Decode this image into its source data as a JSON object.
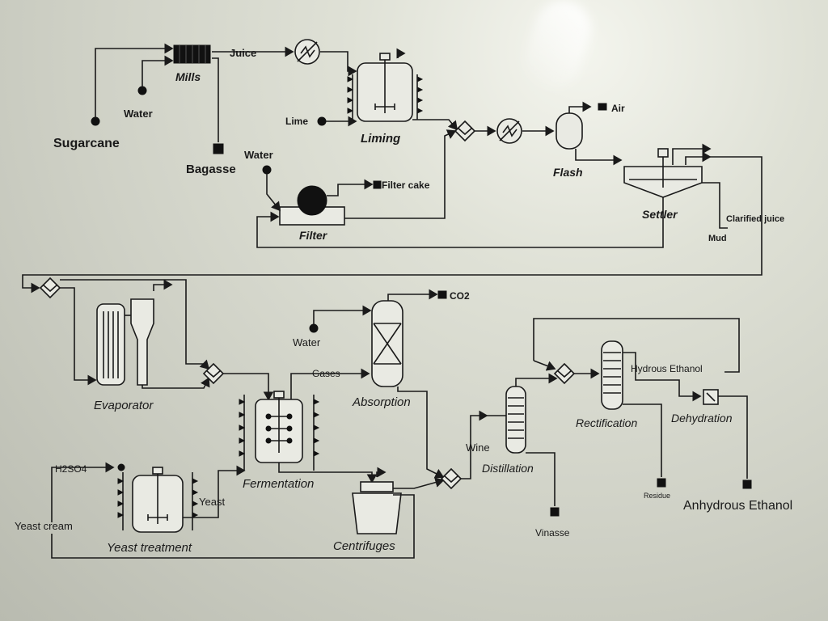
{
  "diagram": {
    "labels": {
      "sugarcane": "Sugarcane",
      "water_mill": "Water",
      "mills": "Mills",
      "juice": "Juice",
      "bagasse": "Bagasse",
      "lime": "Lime",
      "liming": "Liming",
      "air": "Air",
      "flash": "Flash",
      "water_filter": "Water",
      "filter_cake": "Filter cake",
      "filter": "Filter",
      "settler": "Settler",
      "clarified_juice": "Clarified juice",
      "mud": "Mud",
      "co2": "CO2",
      "water_absorption": "Water",
      "gases": "Gases",
      "absorption": "Absorption",
      "evaporator": "Evaporator",
      "hydrous_ethanol": "Hydrous Ethanol",
      "rectification": "Rectification",
      "dehydration": "Dehydration",
      "wine": "Wine",
      "distillation": "Distillation",
      "fermentation": "Fermentation",
      "h2so4": "H2SO4",
      "yeast": "Yeast",
      "yeast_cream": "Yeast cream",
      "yeast_treatment": "Yeast treatment",
      "centrifuges": "Centrifuges",
      "vinasse": "Vinasse",
      "residue": "Residue",
      "anhydrous_ethanol": "Anhydrous Ethanol"
    }
  }
}
